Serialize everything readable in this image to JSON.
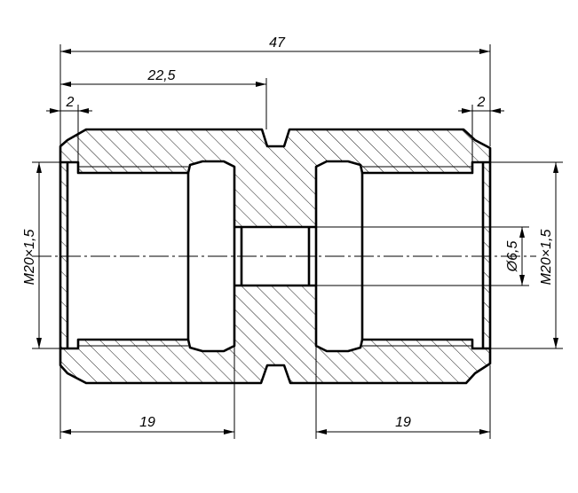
{
  "dimensions": {
    "overall_length": "47",
    "left_to_neck": "22,5",
    "left_chamfer": "2",
    "right_chamfer": "2",
    "left_thread_depth": "19",
    "right_thread_depth": "19",
    "left_thread": "M20×1,5",
    "right_thread": "M20×1,5",
    "bore_diameter": "Ø6,5"
  }
}
